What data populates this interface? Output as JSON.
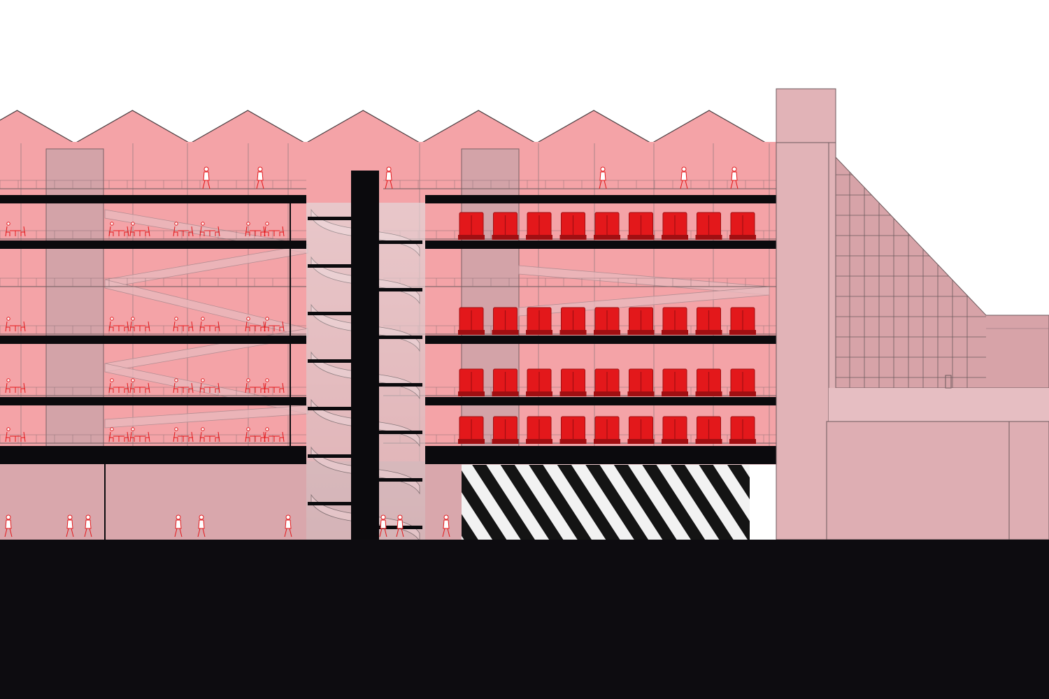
{
  "drawing": {
    "type": "architectural-section",
    "palette": {
      "background": "#ffffff",
      "interior_pink": "#f4a3a7",
      "facade_pink": "#e1b3b7",
      "core_pink": "#d8a3a8",
      "slab": "#0b0a0d",
      "ground": "#0d0c10",
      "seat_red": "#e3181b",
      "seat_dark": "#a10f12",
      "stair_gray": "#c9aeb2",
      "line": "#5a4a4d",
      "stripe_white": "#f2f2f2",
      "stripe_black": "#141414"
    },
    "roof_gables": 7,
    "storeys": 5,
    "seat_rows": 4,
    "seats_per_row": 9,
    "icons": [
      "person-icon",
      "table-set-icon",
      "seat-icon",
      "spiral-stair-icon",
      "gable-roof-icon"
    ]
  }
}
